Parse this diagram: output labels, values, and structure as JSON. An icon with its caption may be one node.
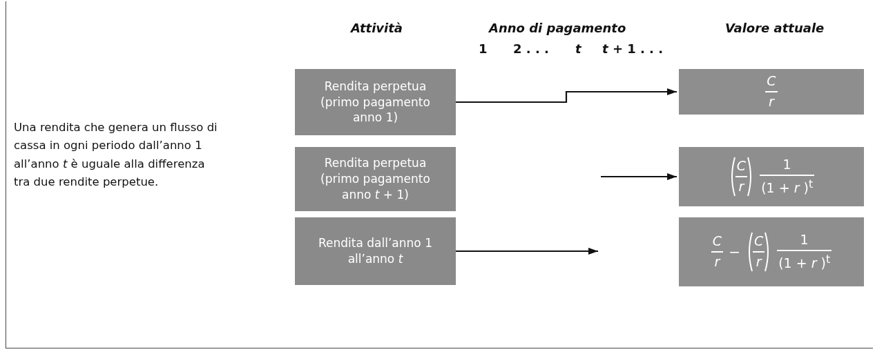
{
  "diagram": {
    "nodes": [
      {
        "text": [
          "Rendita perpetua (primo pagamento anno 1)"
        ]
      },
      {
        "text": [
          "Rendita perpetua (primo pagamento anno *t* + 1)"
        ]
      },
      {
        "text": [
          "Rendita dall’anno 1 all’anno *t*"
        ]
      },
      {
        "text": [
          "C",
          "r"
        ]
      },
      {
        "text": [
          "C",
          "r",
          "1",
          "(1 + *r* )$^{t}$"
        ]
      },
      {
        "text": [
          "C",
          "r",
          "−",
          "C",
          "r",
          "1",
          "(1 + *r* )$^{t}$"
        ]
      }
    ],
    "edges": [
      {
        "from": 0,
        "to": 3,
        "arrow": "to"
      },
      {
        "from": null,
        "to": 4,
        "arrow": "to"
      },
      {
        "from": 2,
        "to": null,
        "arrow": "to"
      }
    ],
    "labels": [
      "Attività",
      "Anno di pagamento",
      "Valore attuale",
      "1",
      "2 . . .",
      "t",
      "*t* + 1 . . .",
      "Una rendita che genera un flusso di cassa in ogni periodo dall’anno 1 all’anno *t* è uguale alla differenza tra due rendite perpetue."
    ]
  }
}
